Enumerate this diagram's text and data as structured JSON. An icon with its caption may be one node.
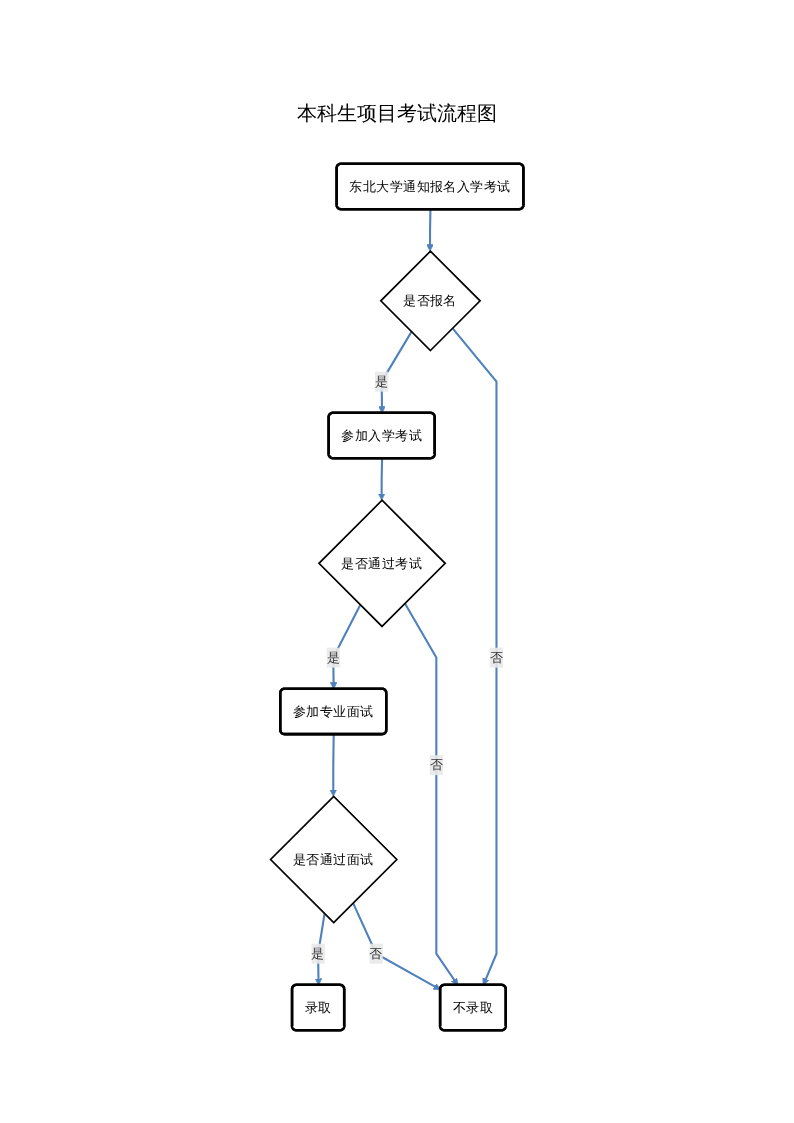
{
  "diagram": {
    "title": "本科生项目考试流程图",
    "nodes": [
      {
        "text": [
          "东北大学通知报名入学考试"
        ]
      },
      {
        "text": [
          "是否报名"
        ]
      },
      {
        "text": [
          "参加入学考试"
        ]
      },
      {
        "text": [
          "是否通过考试"
        ]
      },
      {
        "text": [
          "参加专业面试"
        ]
      },
      {
        "text": [
          "是否通过面试"
        ]
      },
      {
        "text": [
          "录取"
        ]
      },
      {
        "text": [
          "不录取"
        ]
      }
    ],
    "edges": [
      {
        "from": 0,
        "to": 1,
        "arrow": "to"
      },
      {
        "from": 1,
        "to": 2,
        "label": "是",
        "arrow": "to"
      },
      {
        "from": 2,
        "to": 3,
        "arrow": "to"
      },
      {
        "from": 3,
        "to": 4,
        "label": "是",
        "arrow": "to"
      },
      {
        "from": 4,
        "to": 5,
        "arrow": "to"
      },
      {
        "from": 5,
        "to": 6,
        "label": "是",
        "arrow": "to"
      },
      {
        "from": 1,
        "to": 7,
        "label": "否",
        "arrow": "to"
      },
      {
        "from": 3,
        "to": 7,
        "label": "否",
        "arrow": "to"
      },
      {
        "from": 5,
        "to": 7,
        "label": "否",
        "arrow": "to"
      }
    ]
  }
}
